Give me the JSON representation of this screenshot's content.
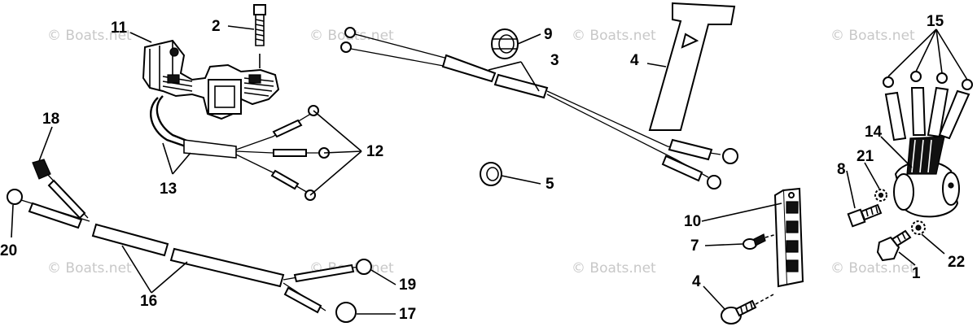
{
  "watermark": "© Boats.net",
  "callouts": [
    "1",
    "2",
    "3",
    "4",
    "4",
    "5",
    "7",
    "8",
    "9",
    "10",
    "11",
    "12",
    "13",
    "14",
    "15",
    "16",
    "17",
    "18",
    "19",
    "20",
    "21",
    "22"
  ]
}
